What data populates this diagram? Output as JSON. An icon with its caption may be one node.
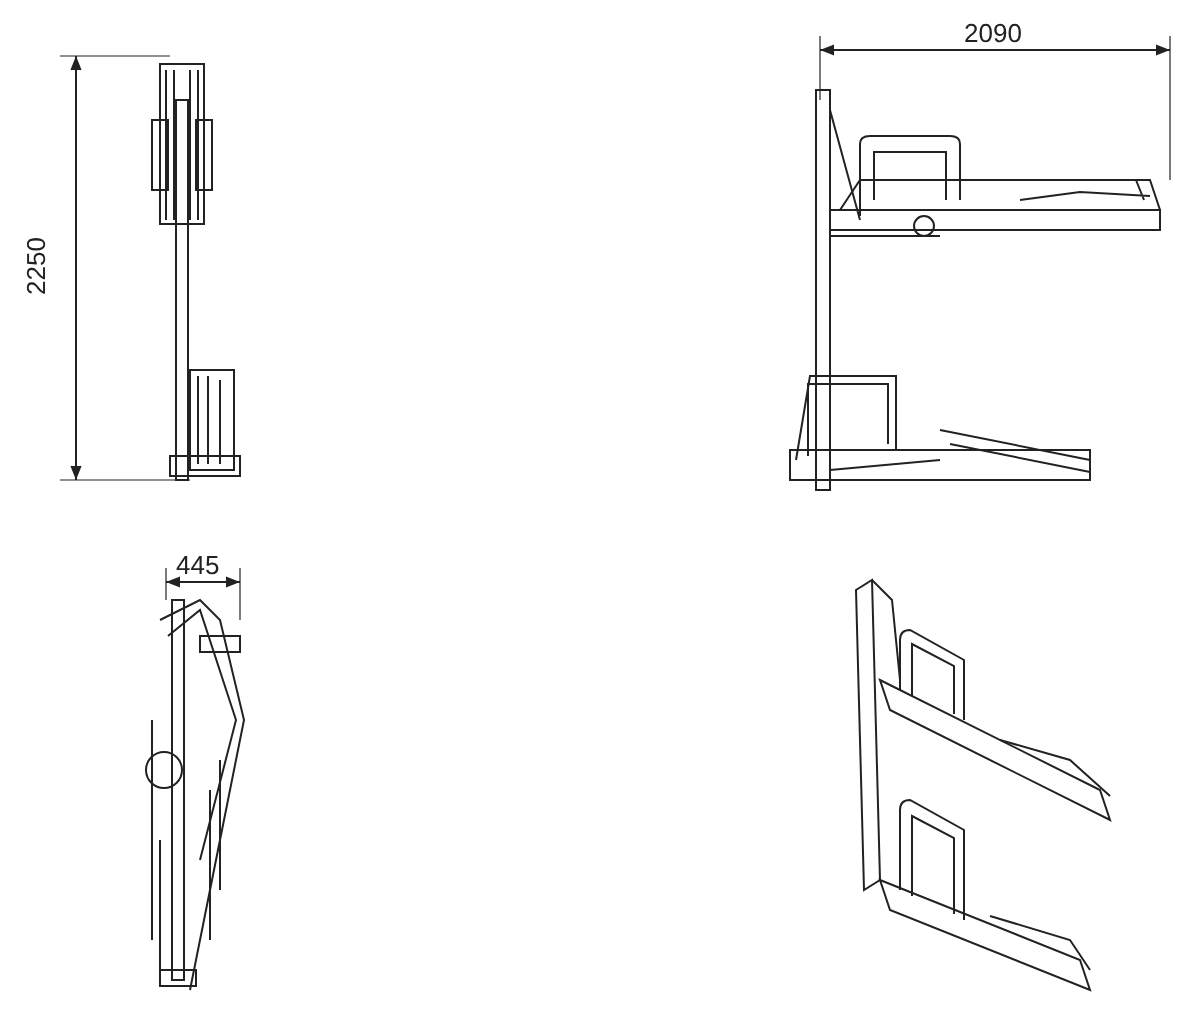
{
  "diagram": {
    "labels": [
      "2250",
      "2090",
      "445"
    ]
  }
}
